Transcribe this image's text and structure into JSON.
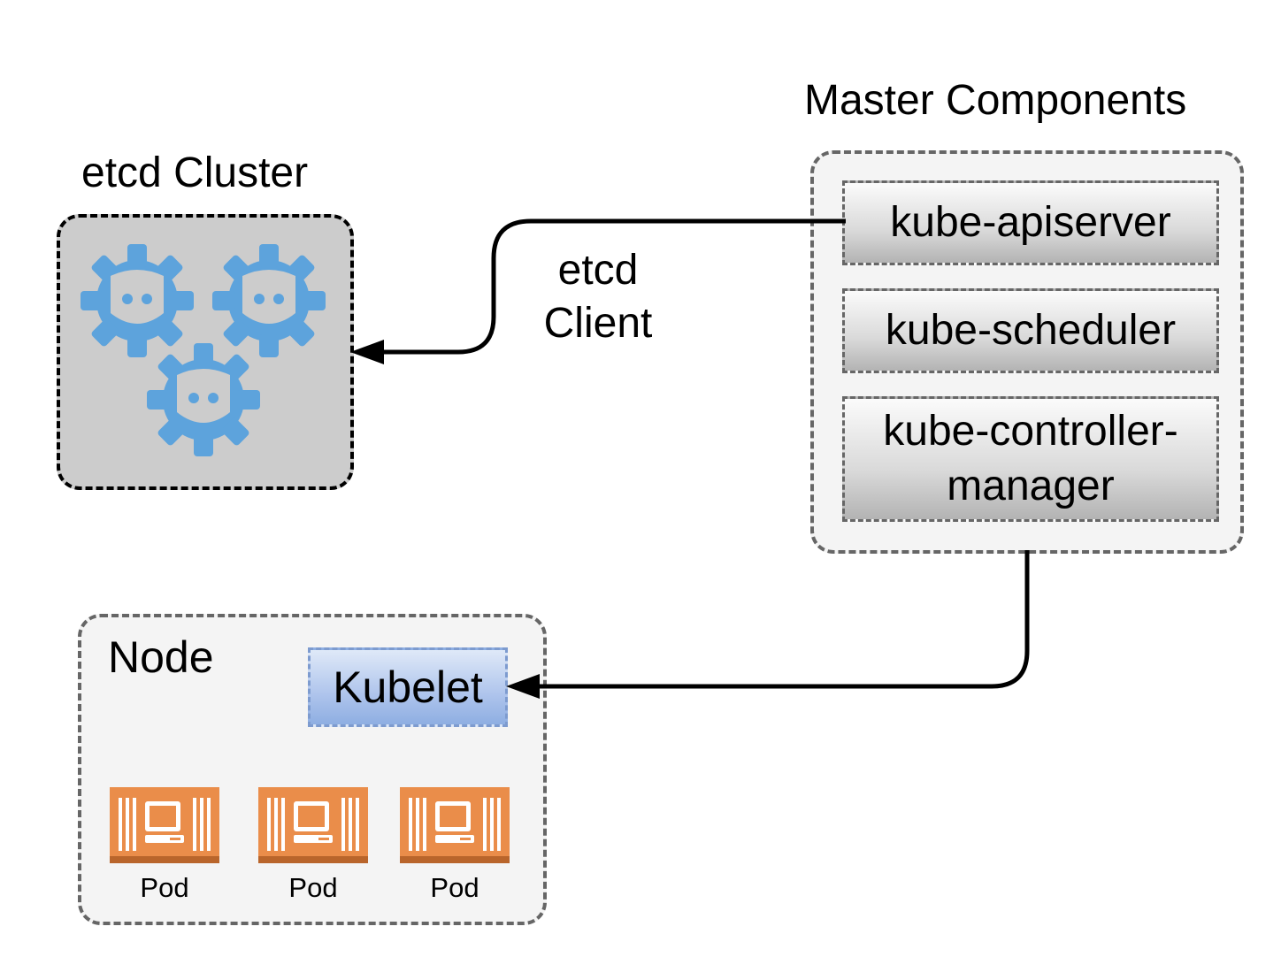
{
  "etcd_cluster": {
    "title": "etcd Cluster",
    "icon_color": "#5da3dc"
  },
  "master": {
    "title": "Master Components",
    "components": [
      {
        "label": "kube-apiserver"
      },
      {
        "label": "kube-scheduler"
      },
      {
        "label": "kube-controller-manager"
      }
    ]
  },
  "connection": {
    "label_line1": "etcd",
    "label_line2": "Client"
  },
  "node": {
    "title": "Node",
    "kubelet_label": "Kubelet",
    "pods": [
      {
        "label": "Pod"
      },
      {
        "label": "Pod"
      },
      {
        "label": "Pod"
      }
    ],
    "pod_color": "#ea8d4a"
  }
}
